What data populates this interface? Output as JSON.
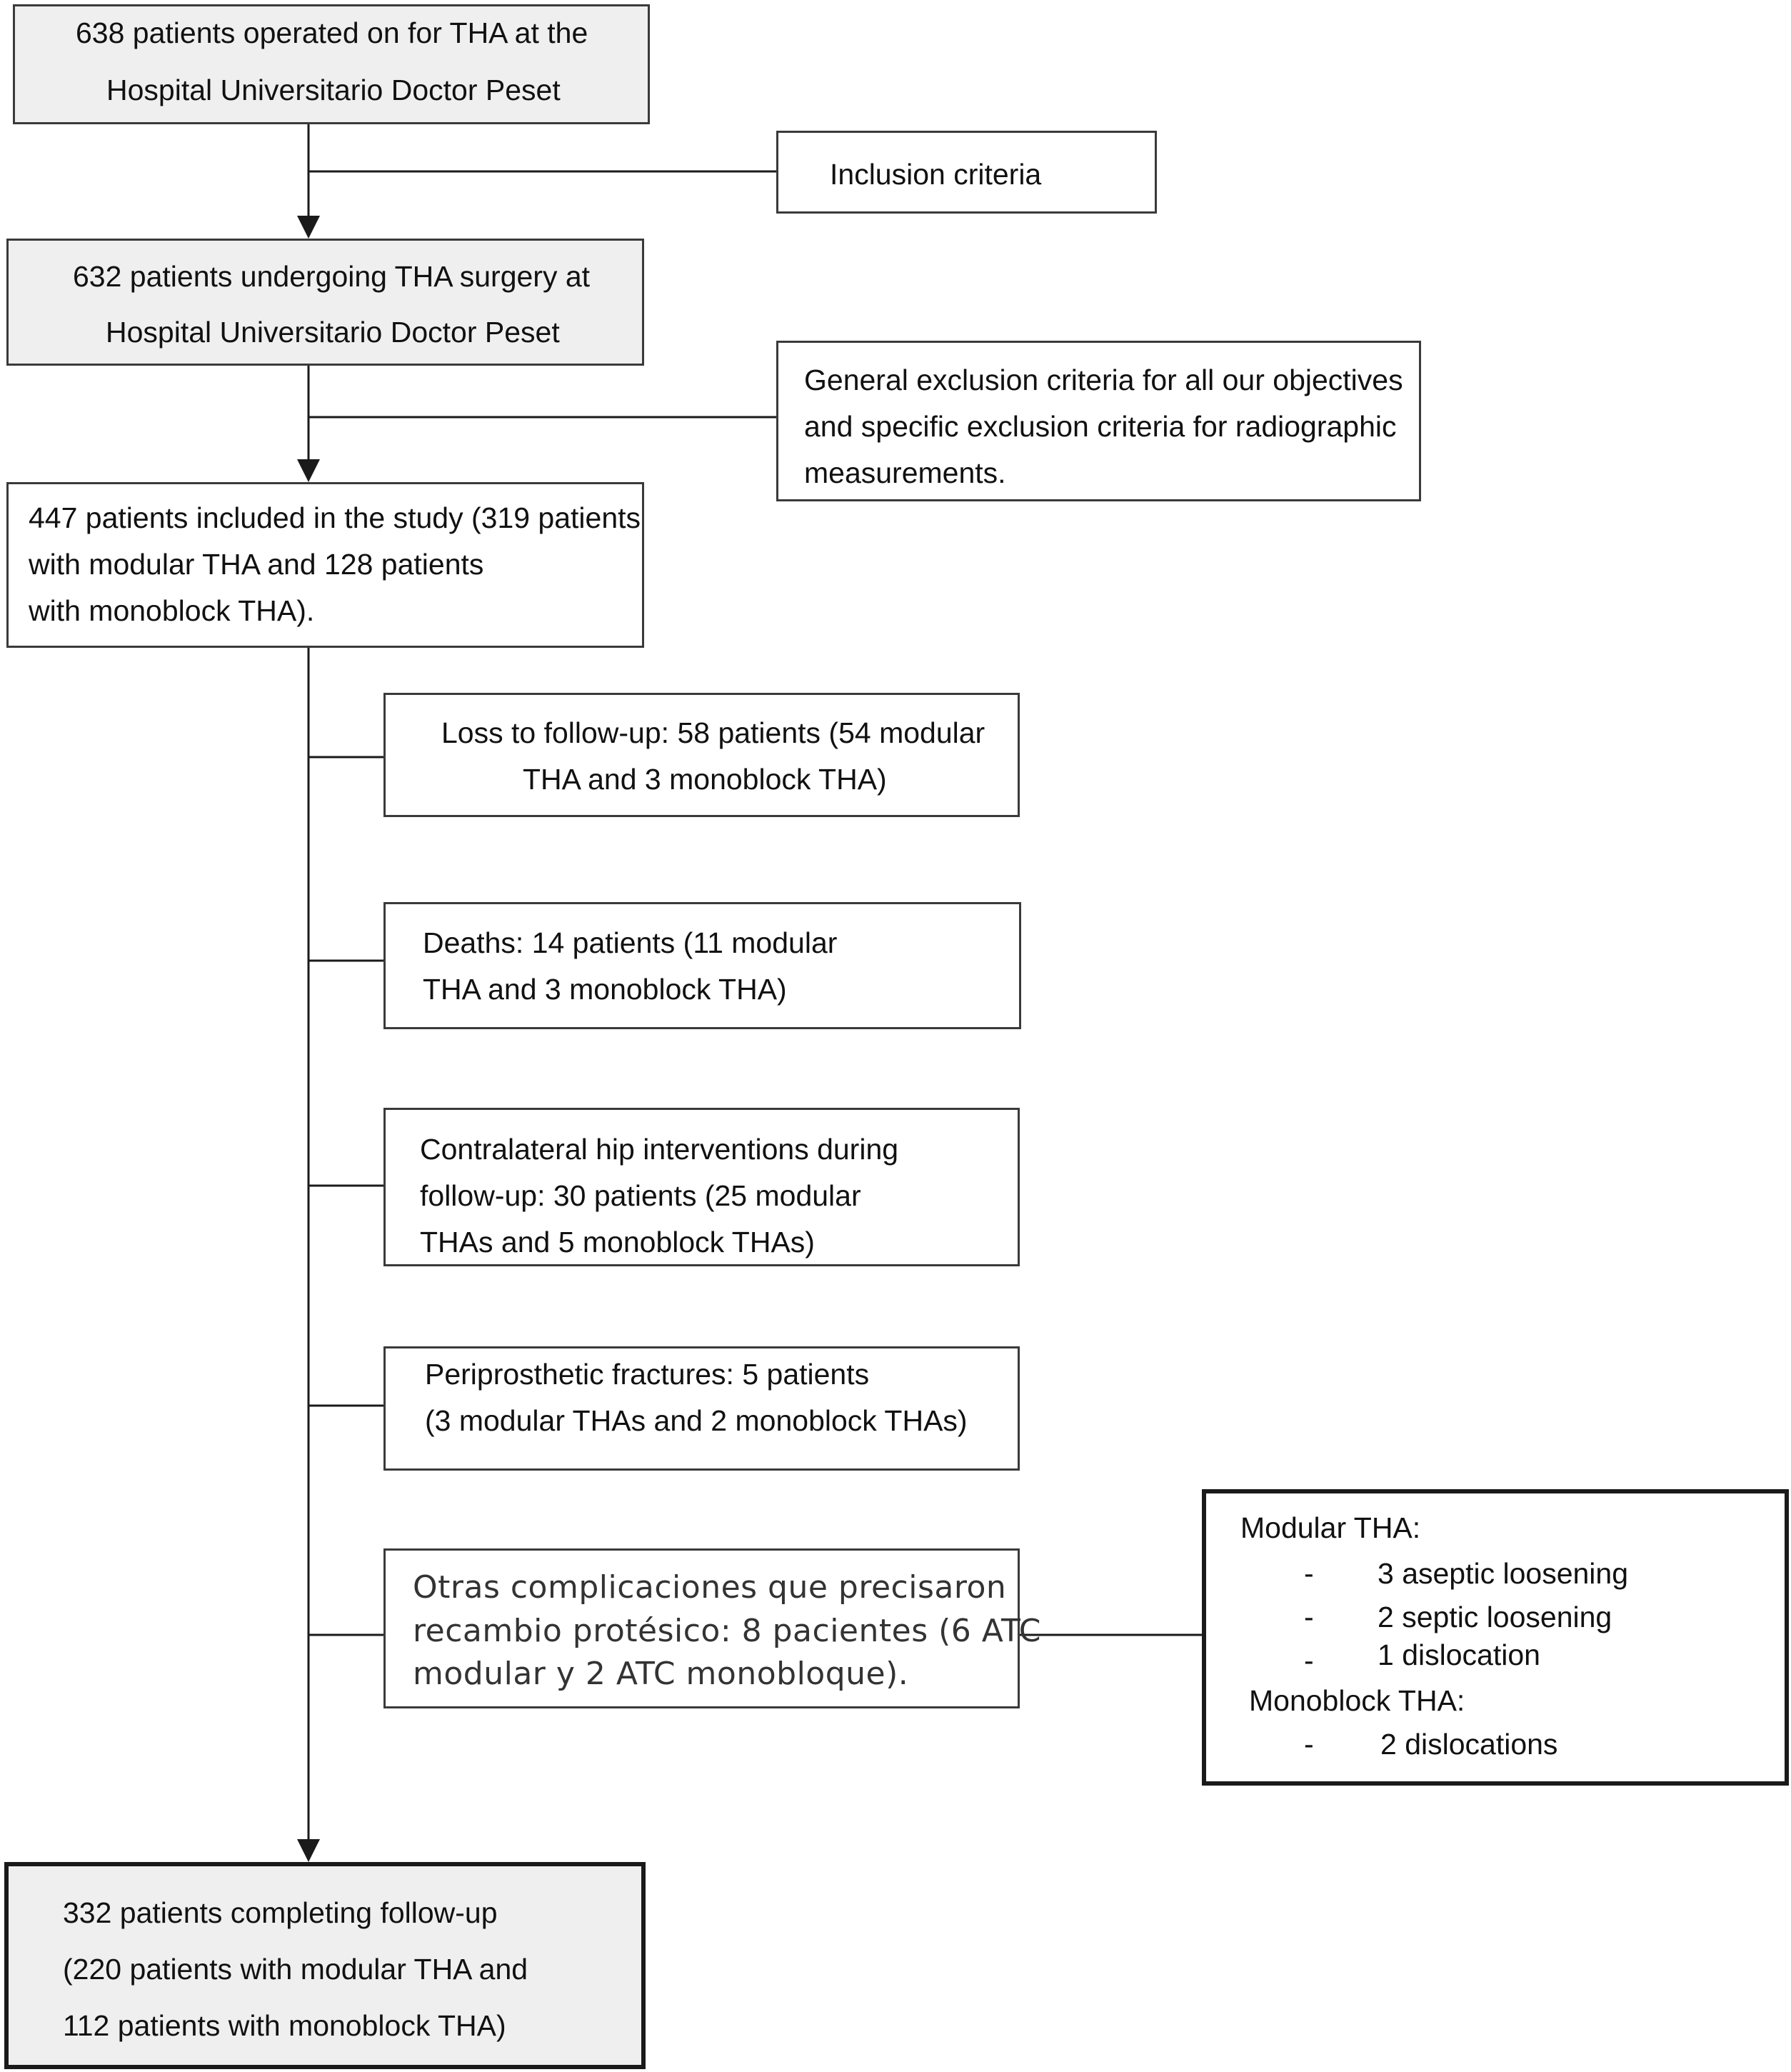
{
  "boxes": {
    "initial": {
      "line1": "638 patients operated on for THA at the",
      "line2": "Hospital Universitario Doctor Peset"
    },
    "inclusion": {
      "line1": "Inclusion criteria"
    },
    "undergoing": {
      "line1": "632 patients undergoing THA surgery at",
      "line2": "Hospital Universitario Doctor Peset"
    },
    "exclusion": {
      "line1": "General exclusion criteria for all our objectives",
      "line2": "and specific exclusion criteria for radiographic",
      "line3": "measurements."
    },
    "included": {
      "line1": "447 patients included in the study (319 patients",
      "line2": "with modular THA and 128 patients",
      "line3": "with monoblock THA)."
    },
    "loss": {
      "line1": "Loss to follow-up: 58 patients (54 modular",
      "line2": "THA and 3 monoblock THA)"
    },
    "deaths": {
      "line1": "Deaths: 14 patients (11 modular",
      "line2": "THA and 3 monoblock THA)"
    },
    "contralateral": {
      "line1": "Contralateral hip interventions during",
      "line2": "follow-up: 30 patients (25 modular",
      "line3": "THAs and 5 monoblock THAs)"
    },
    "periprosthetic": {
      "line1": "Periprosthetic fractures: 5 patients",
      "line2": "(3 modular THAs and 2 monoblock THAs)"
    },
    "otras": {
      "line1": "Otras complicaciones que precisaron",
      "line2": "recambio protésico: 8 pacientes (6 ATC",
      "line3": "modular y 2 ATC monobloque)."
    },
    "detail": {
      "modular_heading": "Modular THA:",
      "modular_items": [
        "3 aseptic loosening",
        "2 septic loosening",
        "1 dislocation"
      ],
      "monoblock_heading": "Monoblock THA:",
      "monoblock_items": [
        "2 dislocations"
      ],
      "bullet": "-"
    },
    "final": {
      "line1": "332 patients completing follow-up",
      "line2": "(220 patients with modular THA and",
      "line3": "112 patients with monoblock THA)"
    }
  }
}
